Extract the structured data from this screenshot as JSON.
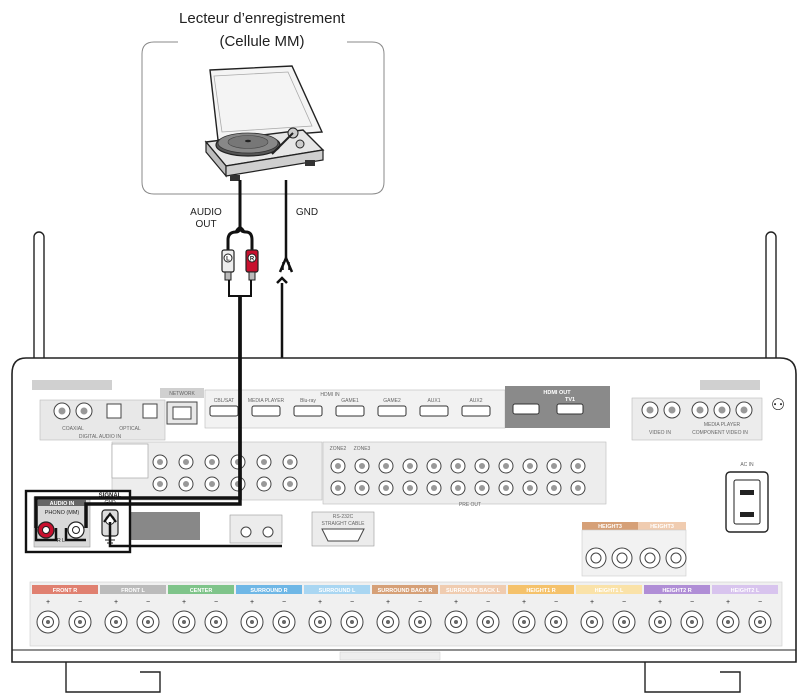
{
  "source_device": {
    "title_line1": "Lecteur d’enregistrement",
    "title_line2": "(Cellule MM)"
  },
  "cable_labels": {
    "audio_out_line1": "AUDIO",
    "audio_out_line2": "OUT",
    "gnd": "GND",
    "left_plug": "L",
    "right_plug": "R"
  },
  "receiver": {
    "phono_line1": "AUDIO IN",
    "phono_line2": "PHONO (MM)",
    "signal_gnd_line1": "SIGNAL",
    "signal_gnd_line2": "GND",
    "network": "NETWORK",
    "hdmi_in": "HDMI IN",
    "hdmi_out": "HDMI OUT",
    "ac_in": "AC IN",
    "pre_out": "PRE OUT",
    "coaxial": "COAXIAL",
    "optical": "OPTICAL",
    "digital_audio_in": "DIGITAL AUDIO IN",
    "video_in": "VIDEO IN",
    "component_video_in": "COMPONENT VIDEO IN",
    "media_player": "MEDIA PLAYER",
    "straight_cable": "STRAIGHT CABLE",
    "rs232c": "RS-232C",
    "hdmi_ports": [
      "CBL/SAT",
      "MEDIA PLAYER",
      "Blu-ray",
      "GAME1",
      "GAME2",
      "AUX1",
      "AUX2"
    ],
    "tv1": "TV1",
    "zone_labels": [
      "ZONE2",
      "ZONE3"
    ],
    "speaker_groups": [
      {
        "label": "FRONT",
        "side": "R",
        "color": "#e08070"
      },
      {
        "label": "FRONT",
        "side": "L",
        "color": "#bbbbbb"
      },
      {
        "label": "CENTER",
        "side": "",
        "color": "#7fc48a"
      },
      {
        "label": "SURROUND",
        "side": "R",
        "color": "#6fb7e6"
      },
      {
        "label": "SURROUND",
        "side": "L",
        "color": "#a9d6f2"
      },
      {
        "label": "SURROUND BACK",
        "side": "R",
        "color": "#d6a077"
      },
      {
        "label": "SURROUND BACK",
        "side": "L",
        "color": "#f0ccb0"
      },
      {
        "label": "HEIGHT1",
        "side": "R",
        "color": "#f5c26b"
      },
      {
        "label": "HEIGHT1",
        "side": "L",
        "color": "#fae2a8"
      },
      {
        "label": "HEIGHT2",
        "side": "R",
        "color": "#b08ed6"
      },
      {
        "label": "HEIGHT2",
        "side": "L",
        "color": "#d8c4ee"
      }
    ],
    "height3_labels": [
      "HEIGHT3",
      "HEIGHT3"
    ]
  },
  "colors": {
    "outline": "#222222",
    "panel_gray": "#d9d9d9",
    "plug_red": "#c8102e",
    "cable": "#111111"
  }
}
